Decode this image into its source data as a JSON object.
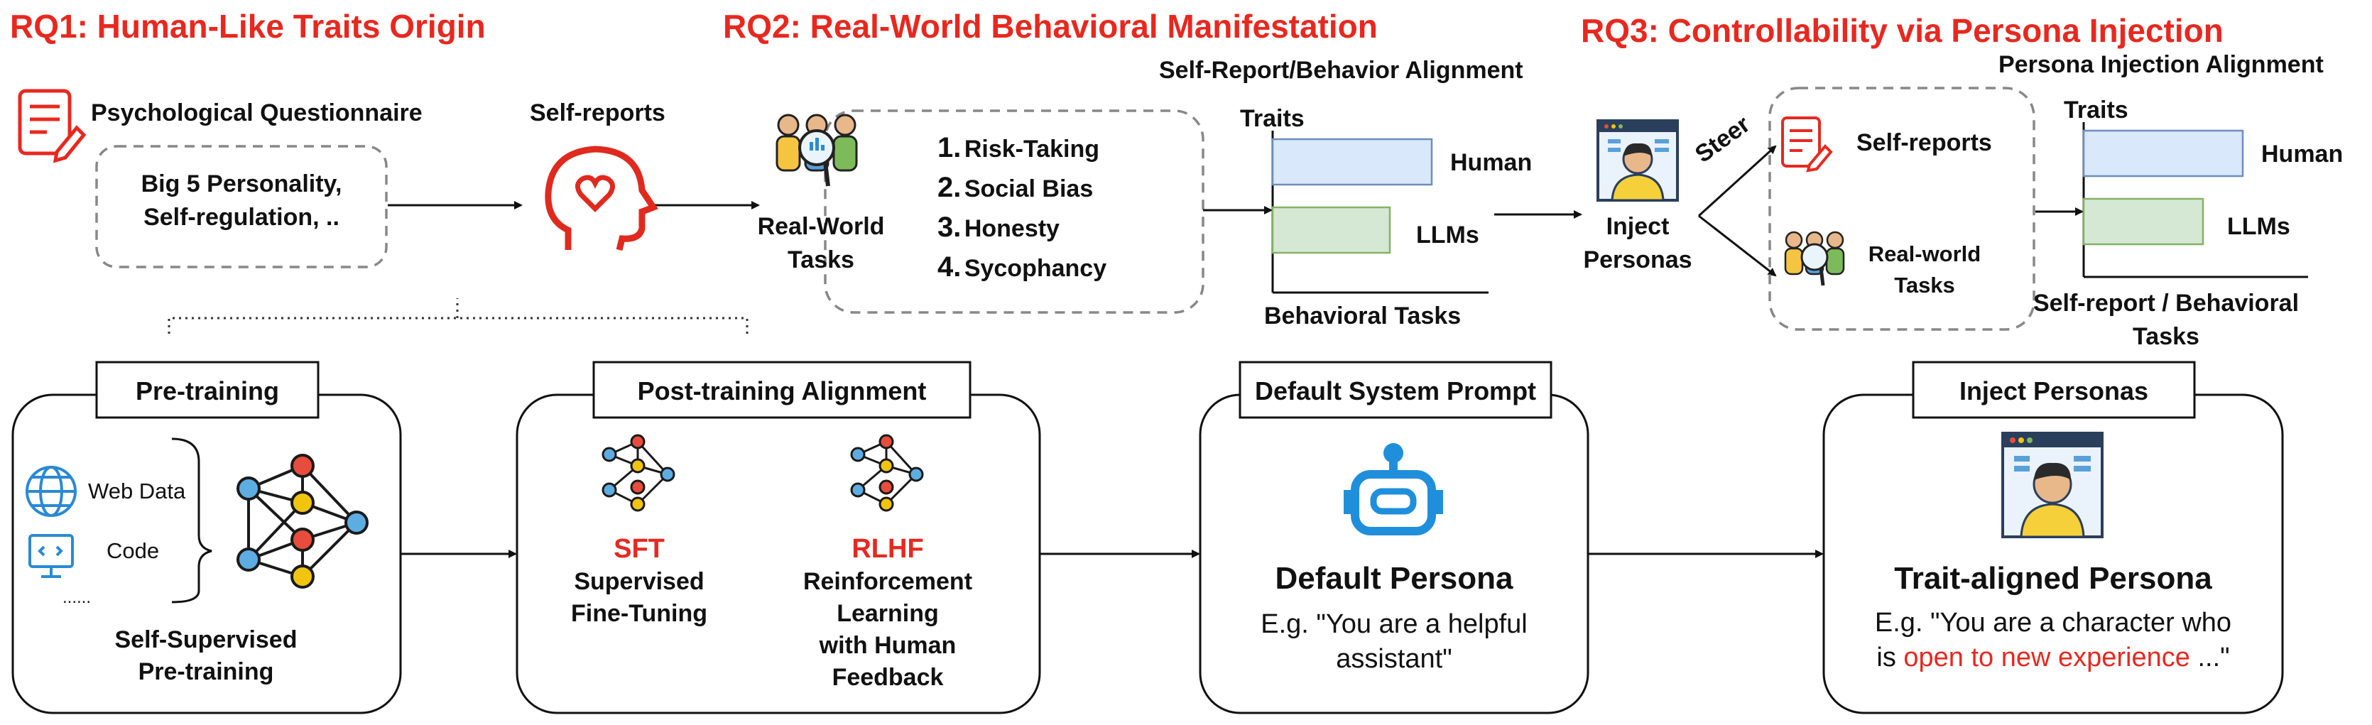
{
  "rq1": {
    "title": "RQ1: Human-Like Traits Origin",
    "questionnaire_label": "Psychological Questionnaire",
    "questionnaire_items_line1": "Big 5 Personality,",
    "questionnaire_items_line2": "Self-regulation, ..",
    "self_reports_label": "Self-reports"
  },
  "rq2": {
    "title": "RQ2: Real-World Behavioral Manifestation",
    "tasks_label_line1": "Real-World",
    "tasks_label_line2": "Tasks",
    "task_list": [
      {
        "num": "1.",
        "name": "Risk-Taking"
      },
      {
        "num": "2.",
        "name": "Social Bias"
      },
      {
        "num": "3.",
        "name": "Honesty"
      },
      {
        "num": "4.",
        "name": "Sycophancy"
      }
    ],
    "alignment_chart": {
      "title": "Self-Report/Behavior Alignment",
      "y_label": "Traits",
      "x_label": "Behavioral Tasks",
      "bar_labels": [
        "Human",
        "LLMs"
      ]
    }
  },
  "rq3": {
    "title": "RQ3: Controllability via Persona Injection",
    "inject_label_line1": "Inject",
    "inject_label_line2": "Personas",
    "steer_label": "Steer",
    "self_reports_label": "Self-reports",
    "real_world_line1": "Real-world",
    "real_world_line2": "Tasks",
    "injection_chart": {
      "title": "Persona Injection Alignment",
      "y_label": "Traits",
      "x_label_line1": "Self-report / Behavioral",
      "x_label_line2": "Tasks",
      "bar_labels": [
        "Human",
        "LLMs"
      ]
    }
  },
  "stages": {
    "pretraining": {
      "header": "Pre-training",
      "web_data": "Web Data",
      "code": "Code",
      "ellipsis": "......",
      "caption_line1": "Self-Supervised",
      "caption_line2": "Pre-training"
    },
    "post_training": {
      "header": "Post-training Alignment",
      "sft_title": "SFT",
      "sft_line1": "Supervised",
      "sft_line2": "Fine-Tuning",
      "rlhf_title": "RLHF",
      "rlhf_line1": "Reinforcement",
      "rlhf_line2": "Learning",
      "rlhf_line3": "with Human",
      "rlhf_line4": "Feedback"
    },
    "default_prompt": {
      "header": "Default System Prompt",
      "persona_title": "Default Persona",
      "example_line1": "E.g. \"You are a helpful",
      "example_line2": "assistant\""
    },
    "inject": {
      "header": "Inject Personas",
      "persona_title": "Trait-aligned Persona",
      "example_line1": "E.g. \"You are a character who",
      "example_prefix": "is ",
      "example_highlight": "open to new experience",
      "example_suffix": " ...\""
    }
  },
  "colors": {
    "accent_red": "#e8281f",
    "human_bar": "#dae8fc",
    "human_bar_border": "#6c8ebf",
    "llm_bar": "#d5e8d4",
    "llm_bar_border": "#82b366",
    "robot_blue": "#1f8fdc",
    "node_red": "#e74c3c",
    "node_yellow": "#f1c40f",
    "node_blue": "#5dade2"
  }
}
